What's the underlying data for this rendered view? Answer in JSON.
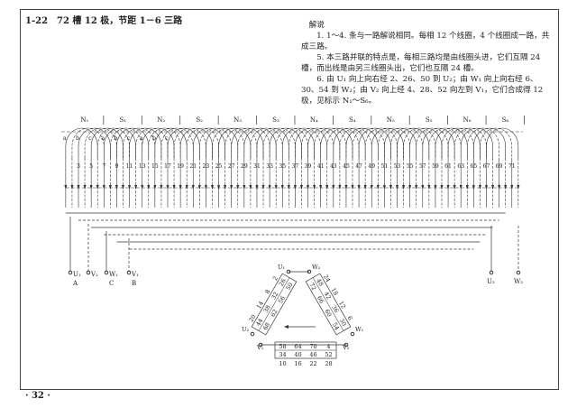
{
  "header": {
    "title": "1-22　72 槽 12 极，节距 1－6 三路"
  },
  "explanation": {
    "heading": "解说",
    "paragraphs": [
      "1. 1～4. 条与一路解说相同。每相 12 个线圈，4 个线圈成一路，共成三路。",
      "5. 本三路并联的特点是，每相三路均是由线圈头进，它们互隔 24 槽，而出线是由另三线圈头出，它们也互隔 24 槽。",
      "6. 由 U₁ 向上向右经 2、26、50 到 U₂；由 W₁ 向上向右经 6、30、54 到 W₂；由 V₂ 向上经 4、28、52 向左到 V₁，它们合成得 12 极，见标示 N₁～S₆。"
    ]
  },
  "poles": [
    "N₁",
    "S₁",
    "N₂",
    "S₂",
    "N₃",
    "S₃",
    "N₄",
    "S₄",
    "N₅",
    "S₅",
    "N₆",
    "S₆"
  ],
  "coil_groups": [
    "a",
    "b",
    "c",
    "a",
    "b",
    "c",
    "a",
    "b",
    "c"
  ],
  "slot_numbers": [
    "3",
    "5",
    "7",
    "9",
    "11",
    "13",
    "15",
    "17",
    "19",
    "21",
    "23",
    "25",
    "27",
    "29",
    "31",
    "33",
    "35",
    "37",
    "39",
    "41",
    "43",
    "45",
    "47",
    "49",
    "51",
    "53",
    "55",
    "57",
    "59",
    "61",
    "63",
    "65",
    "67",
    "69",
    "71"
  ],
  "terminals_left": [
    {
      "label": "U₁",
      "phase": "A"
    },
    {
      "label": "V₂",
      "phase": ""
    },
    {
      "label": "W₁",
      "phase": "C"
    },
    {
      "label": "V₁",
      "phase": "B"
    }
  ],
  "terminals_right": [
    {
      "label": "U₂"
    },
    {
      "label": "W₂"
    }
  ],
  "triangle": {
    "corners": {
      "top_left": "U₁",
      "top_right": "W₂",
      "left": "U₂",
      "right": "W₁",
      "bottom_left": "V₁",
      "bottom_right": "V₂"
    },
    "left_box": [
      [
        "20",
        "14",
        "8",
        "2"
      ],
      [
        "44",
        "38",
        "32",
        "26"
      ],
      [
        "68",
        "62",
        "56",
        "50"
      ]
    ],
    "right_box": [
      [
        "24",
        "18",
        "12",
        "6"
      ],
      [
        "48",
        "42",
        "36",
        "30"
      ],
      [
        "72",
        "66",
        "60",
        "54"
      ]
    ],
    "bottom_box": [
      [
        "58",
        "64",
        "70",
        "4"
      ],
      [
        "34",
        "40",
        "46",
        "52"
      ],
      [
        "10",
        "16",
        "22",
        "28"
      ]
    ]
  },
  "footer": {
    "page": "· 32 ·"
  }
}
